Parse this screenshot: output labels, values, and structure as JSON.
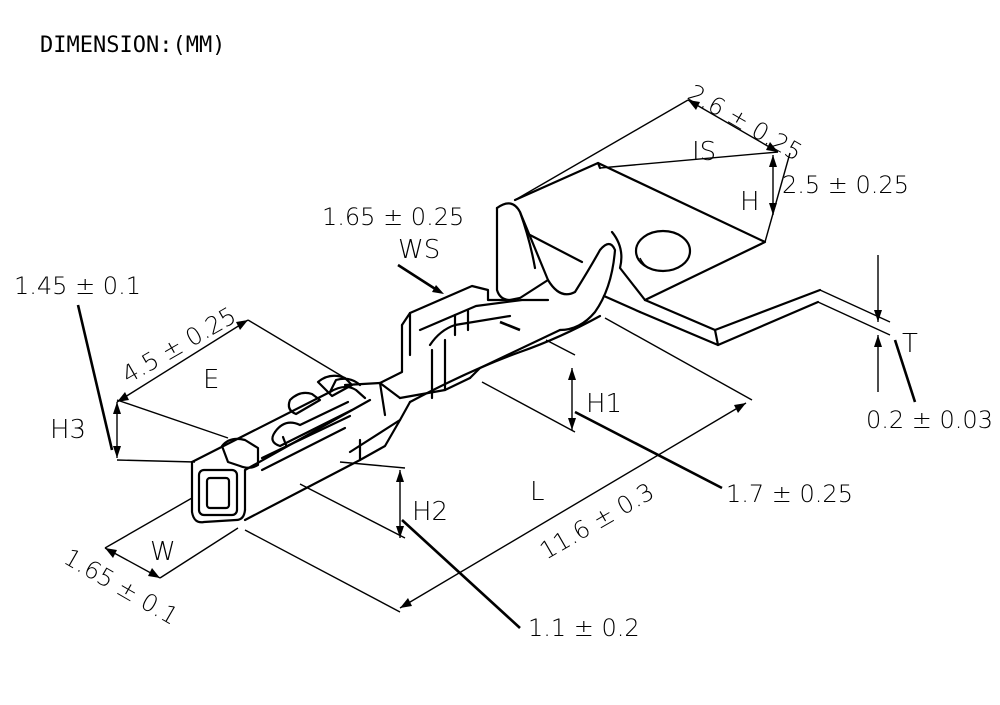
{
  "title": "DIMENSION:(MM)",
  "dimensions": {
    "is_value": "2.6 ± 0.25",
    "is_label": "IS",
    "h_value": "2.5 ± 0.25",
    "h_label": "H",
    "ws_value": "1.65 ± 0.25",
    "ws_label": "WS",
    "h3_value": "1.45 ± 0.1",
    "h3_label": "H3",
    "e_value": "4.5 ± 0.25",
    "e_label": "E",
    "t_label": "T",
    "t_value": "0.2 ± 0.03",
    "h1_label": "H1",
    "h1_value": "1.7 ± 0.25",
    "l_label": "L",
    "l_value": "11.6 ± 0.3",
    "h2_label": "H2",
    "h2_value": "1.1 ± 0.2",
    "w_label": "W",
    "w_value": "1.65 ± 0.1"
  }
}
